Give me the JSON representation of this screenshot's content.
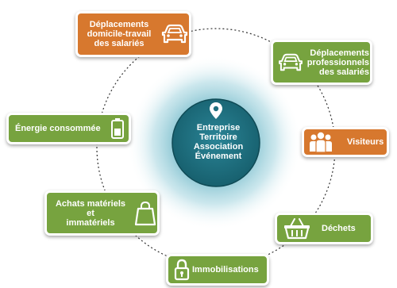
{
  "colors": {
    "green": "#77a33f",
    "orange": "#d7782e",
    "teal_center": "#1f6f7f",
    "glow": "#7fc4d2"
  },
  "center": {
    "icon": "location-pin-icon",
    "lines": [
      "Entreprise",
      "Territoire",
      "Association",
      "Événement"
    ]
  },
  "items": [
    {
      "key": "domicile",
      "color": "orange",
      "icon": "car-icon",
      "lines": [
        "Déplacements",
        "domicile-travail",
        "des salariés"
      ]
    },
    {
      "key": "professionnels",
      "color": "green",
      "icon": "car-icon",
      "lines": [
        "Déplacements",
        "professionnels",
        "des salariés"
      ]
    },
    {
      "key": "energie",
      "color": "green",
      "icon": "battery-icon",
      "lines": [
        "Énergie consommée"
      ]
    },
    {
      "key": "visiteurs",
      "color": "orange",
      "icon": "people-icon",
      "lines": [
        "Visiteurs"
      ]
    },
    {
      "key": "achats",
      "color": "green",
      "icon": "shopping-bag-icon",
      "lines": [
        "Achats matériels",
        "et",
        "immatériels"
      ]
    },
    {
      "key": "dechets",
      "color": "green",
      "icon": "basket-icon",
      "lines": [
        "Déchets"
      ]
    },
    {
      "key": "immobilisations",
      "color": "green",
      "icon": "padlock-icon",
      "lines": [
        "Immobilisations"
      ]
    }
  ]
}
